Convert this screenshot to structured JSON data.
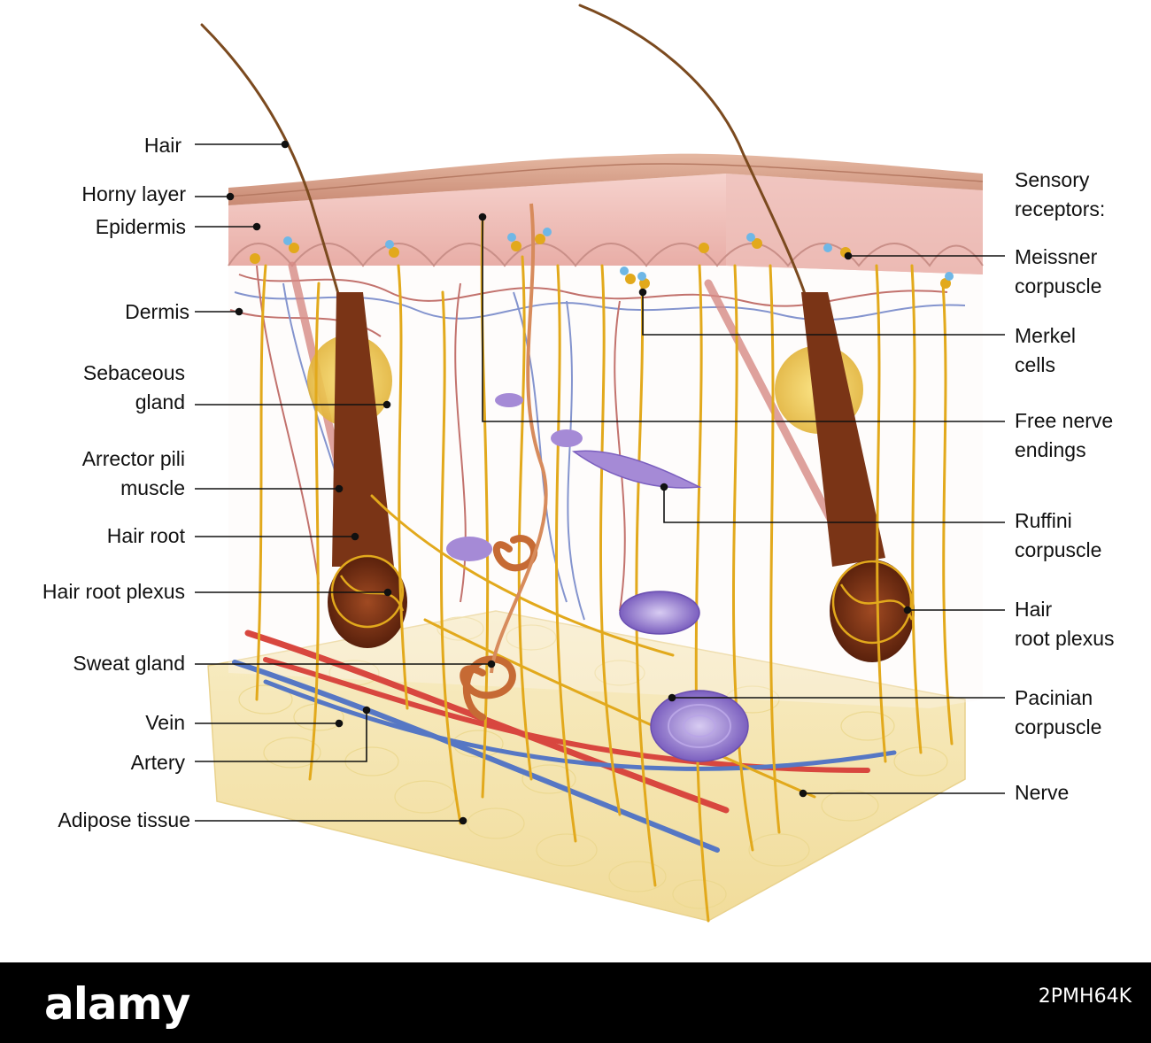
{
  "labels": {
    "hair": "Hair",
    "horny_layer": "Horny layer",
    "epidermis": "Epidermis",
    "dermis": "Dermis",
    "sebaceous_gland": [
      "Sebaceous",
      "gland"
    ],
    "arrector_pili_muscle": [
      "Arrector pili",
      "muscle"
    ],
    "hair_root": "Hair root",
    "hair_root_plexus_left": "Hair root plexus",
    "sweat_gland": "Sweat gland",
    "vein": "Vein",
    "artery": "Artery",
    "adipose_tissue": "Adipose tissue",
    "sensory_receptors": [
      "Sensory",
      "receptors:"
    ],
    "meissner_corpuscle": [
      "Meissner",
      "corpuscle"
    ],
    "merkel_cells": [
      "Merkel",
      "cells"
    ],
    "free_nerve_endings": [
      "Free nerve",
      "endings"
    ],
    "ruffini_corpuscle": [
      "Ruffini",
      "corpuscle"
    ],
    "hair_root_plexus_right": [
      "Hair",
      "root plexus"
    ],
    "pacinian_corpuscle": [
      "Pacinian",
      "corpuscle"
    ],
    "nerve": "Nerve"
  },
  "footer": {
    "brand": "alamy",
    "image_id": "2PMH64K"
  },
  "colors": {
    "background": "#ffffff",
    "epidermis": "#f2c3bd",
    "horny_layer": "#d9a38c",
    "adipose": "#f6e7b4",
    "nerve": "#e2a91c",
    "artery": "#d8473f",
    "vein": "#5677c4",
    "hair_root": "#7a3416",
    "corpuscle": "#8e74c9",
    "sebaceous": "#f2c94c",
    "footer": "#000000"
  }
}
